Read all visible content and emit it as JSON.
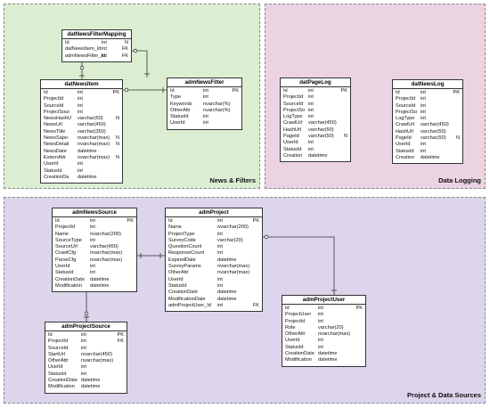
{
  "groups": {
    "news": "News & Filters",
    "logging": "Data Logging",
    "project": "Project & Data Sources"
  },
  "colors": {
    "news_bg": "#dbeed2",
    "logging_bg": "#ebd3e2",
    "project_bg": "#dcd5ec",
    "border": "#8a8a8a",
    "line": "#333333"
  },
  "entities": {
    "datNewsFilterMapping": {
      "title": "datNewsFilterMapping",
      "rows": [
        {
          "name": "Id",
          "type": "int",
          "key": "N"
        },
        {
          "name": "datNewsItem_Id",
          "type": "int",
          "key": "FK"
        },
        {
          "name": "admNewsFilter_Id",
          "type": "int",
          "key": "FK"
        }
      ]
    },
    "datNewsItem": {
      "title": "datNewsItem",
      "rows": [
        {
          "name": "Id",
          "type": "int",
          "key": "PK"
        },
        {
          "name": "ProjectId",
          "type": "int",
          "key": ""
        },
        {
          "name": "SourceId",
          "type": "int",
          "key": ""
        },
        {
          "name": "ProjectSour",
          "type": "int",
          "key": ""
        },
        {
          "name": "NewsHashU",
          "type": "varchar(50)",
          "key": "N"
        },
        {
          "name": "NewsUrl",
          "type": "varchar(450)",
          "key": ""
        },
        {
          "name": "NewsTitle",
          "type": "varchar(350)",
          "key": ""
        },
        {
          "name": "NewsSapo",
          "type": "nvarchar(max)",
          "key": "N"
        },
        {
          "name": "NewsDetail",
          "type": "nvarchar(max)",
          "key": "N"
        },
        {
          "name": "NewsDate",
          "type": "datetime",
          "key": ""
        },
        {
          "name": "ExternAttr",
          "type": "nvarchar(max)",
          "key": "N"
        },
        {
          "name": "UserId",
          "type": "int",
          "key": ""
        },
        {
          "name": "StatusId",
          "type": "int",
          "key": ""
        },
        {
          "name": "CreationDa",
          "type": "datetime",
          "key": ""
        }
      ]
    },
    "admNewsFilter": {
      "title": "admNewsFilter",
      "rows": [
        {
          "name": "Id",
          "type": "int",
          "key": "PK"
        },
        {
          "name": "Type",
          "type": "int",
          "key": ""
        },
        {
          "name": "Keywords",
          "type": "nvarchar(%)",
          "key": ""
        },
        {
          "name": "OtherAttr",
          "type": "nvarchar(%)",
          "key": ""
        },
        {
          "name": "StatusId",
          "type": "int",
          "key": ""
        },
        {
          "name": "UserId",
          "type": "int",
          "key": ""
        }
      ]
    },
    "datPageLog": {
      "title": "datPageLog",
      "rows": [
        {
          "name": "Id",
          "type": "int",
          "key": "PK"
        },
        {
          "name": "ProjectId",
          "type": "int",
          "key": ""
        },
        {
          "name": "SourceId",
          "type": "int",
          "key": ""
        },
        {
          "name": "ProjectSo",
          "type": "int",
          "key": ""
        },
        {
          "name": "LogType",
          "type": "int",
          "key": ""
        },
        {
          "name": "CrawlUrl",
          "type": "varchar(450)",
          "key": ""
        },
        {
          "name": "HashUrl",
          "type": "varchar(50)",
          "key": ""
        },
        {
          "name": "PageId",
          "type": "varchar(50)",
          "key": "N"
        },
        {
          "name": "UserId",
          "type": "int",
          "key": ""
        },
        {
          "name": "StatusId",
          "type": "int",
          "key": ""
        },
        {
          "name": "Creation",
          "type": "datetime",
          "key": ""
        }
      ]
    },
    "datNewsLog": {
      "title": "datNewsLog",
      "rows": [
        {
          "name": "Id",
          "type": "int",
          "key": "PK"
        },
        {
          "name": "ProjectId",
          "type": "int",
          "key": ""
        },
        {
          "name": "SourceId",
          "type": "int",
          "key": ""
        },
        {
          "name": "ProjectSo",
          "type": "int",
          "key": ""
        },
        {
          "name": "LogType",
          "type": "int",
          "key": ""
        },
        {
          "name": "CrawlUrl",
          "type": "varchar(450)",
          "key": ""
        },
        {
          "name": "HashUrl",
          "type": "varchar(50)",
          "key": ""
        },
        {
          "name": "PageId",
          "type": "varchar(50)",
          "key": "N"
        },
        {
          "name": "UserId",
          "type": "int",
          "key": ""
        },
        {
          "name": "StatusId",
          "type": "int",
          "key": ""
        },
        {
          "name": "Creation",
          "type": "datetime",
          "key": ""
        }
      ]
    },
    "admNewsSource": {
      "title": "admNewsSource",
      "rows": [
        {
          "name": "Id",
          "type": "int",
          "key": "PK"
        },
        {
          "name": "ProjectId",
          "type": "int",
          "key": ""
        },
        {
          "name": "Name",
          "type": "nvarchar(200)",
          "key": ""
        },
        {
          "name": "SourceType",
          "type": "int",
          "key": ""
        },
        {
          "name": "SourceUrl",
          "type": "varchar(450)",
          "key": ""
        },
        {
          "name": "CrawlCfg",
          "type": "nvarchar(max)",
          "key": ""
        },
        {
          "name": "ParseCfg",
          "type": "nvarchar(max)",
          "key": ""
        },
        {
          "name": "UserId",
          "type": "int",
          "key": ""
        },
        {
          "name": "StatusId",
          "type": "int",
          "key": ""
        },
        {
          "name": "CreationDate",
          "type": "datetime",
          "key": ""
        },
        {
          "name": "Modification",
          "type": "datetime",
          "key": ""
        }
      ]
    },
    "admProject": {
      "title": "admProject",
      "rows": [
        {
          "name": "Id",
          "type": "int",
          "key": "PK"
        },
        {
          "name": "Name",
          "type": "nvarchar(200)",
          "key": ""
        },
        {
          "name": "ProjectType",
          "type": "int",
          "key": ""
        },
        {
          "name": "SurveyCode",
          "type": "varchar(20)",
          "key": ""
        },
        {
          "name": "QuestionCount",
          "type": "int",
          "key": ""
        },
        {
          "name": "ResponseCount",
          "type": "int",
          "key": ""
        },
        {
          "name": "ExpiredDate",
          "type": "datetime",
          "key": ""
        },
        {
          "name": "SurveyParams",
          "type": "nvarchar(max)",
          "key": ""
        },
        {
          "name": "OtherAttr",
          "type": "nvarchar(max)",
          "key": ""
        },
        {
          "name": "UserId",
          "type": "int",
          "key": ""
        },
        {
          "name": "StatusId",
          "type": "int",
          "key": ""
        },
        {
          "name": "CreationDate",
          "type": "datetime",
          "key": ""
        },
        {
          "name": "ModificationDate",
          "type": "datetime",
          "key": ""
        },
        {
          "name": "admProjectUser_Id",
          "type": "int",
          "key": "FK"
        }
      ]
    },
    "admProjectSource": {
      "title": "admProjectSource",
      "rows": [
        {
          "name": "Id",
          "type": "int",
          "key": "PK"
        },
        {
          "name": "ProjectId",
          "type": "int",
          "key": "FK"
        },
        {
          "name": "SourceId",
          "type": "int",
          "key": ""
        },
        {
          "name": "StartUrl",
          "type": "nvarchar(450)",
          "key": ""
        },
        {
          "name": "OtherAttr",
          "type": "nvarchar(max)",
          "key": ""
        },
        {
          "name": "UserId",
          "type": "int",
          "key": ""
        },
        {
          "name": "StatusId",
          "type": "int",
          "key": ""
        },
        {
          "name": "CreationDate",
          "type": "datetime",
          "key": ""
        },
        {
          "name": "Modification",
          "type": "datetime",
          "key": ""
        }
      ]
    },
    "admProjectUser": {
      "title": "admProjectUser",
      "rows": [
        {
          "name": "Id",
          "type": "int",
          "key": "PK"
        },
        {
          "name": "ProjectUser",
          "type": "int",
          "key": ""
        },
        {
          "name": "ProjectId",
          "type": "int",
          "key": ""
        },
        {
          "name": "Role",
          "type": "varchar(20)",
          "key": ""
        },
        {
          "name": "OtherAttr",
          "type": "nvarchar(max)",
          "key": ""
        },
        {
          "name": "UserId",
          "type": "int",
          "key": ""
        },
        {
          "name": "StatusId",
          "type": "int",
          "key": ""
        },
        {
          "name": "CreationDate",
          "type": "datetime",
          "key": ""
        },
        {
          "name": "Modification",
          "type": "datetime",
          "key": ""
        }
      ]
    }
  }
}
